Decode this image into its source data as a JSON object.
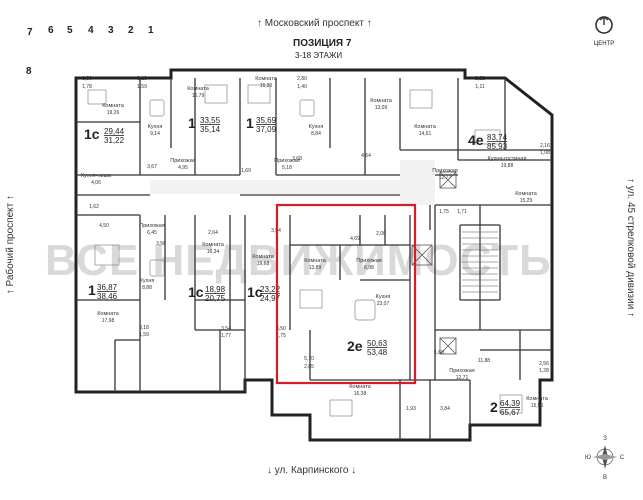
{
  "sections": [
    "7",
    "6",
    "5",
    "4",
    "3",
    "2",
    "1"
  ],
  "section_current": "8",
  "streets": {
    "top": "↑ Московский проспект ↑",
    "bottom": "↓ ул. Карпинского ↓",
    "left": "↑ Рабочий проспект ↑",
    "right": "↑ ул. 45 стрелковой дивизии ↑"
  },
  "title": "ПОЗИЦИЯ 7",
  "subtitle": "3-18 ЭТАЖИ",
  "compass_label": "ЦЕНТР",
  "rose": {
    "n": "З",
    "s": "В",
    "e": "С",
    "w": "Ю"
  },
  "watermark": "ВСЕ НЕДВИЖИМОСТЬ",
  "highlight_color": "#d21f27",
  "apartments": [
    {
      "id": "a1",
      "type": "1с",
      "area": "29,44",
      "total": "31,22"
    },
    {
      "id": "a2",
      "type": "1",
      "area": "33,55",
      "total": "35,14"
    },
    {
      "id": "a3",
      "type": "1",
      "area": "35,69",
      "total": "37,09"
    },
    {
      "id": "a4",
      "type": "4е",
      "area": "83,74",
      "total": "85,93"
    },
    {
      "id": "a5",
      "type": "1",
      "area": "36,87",
      "total": "38,46"
    },
    {
      "id": "a6",
      "type": "1с",
      "area": "18,98",
      "total": "20,75"
    },
    {
      "id": "a7",
      "type": "1с",
      "area": "23,22",
      "total": "24,97"
    },
    {
      "id": "a8",
      "type": "2е",
      "area": "50,63",
      "total": "53,48"
    },
    {
      "id": "a9",
      "type": "2",
      "area": "64,39",
      "total": "65,67"
    }
  ],
  "rooms": [
    {
      "id": "r1",
      "name": "Комната",
      "area": "19,26"
    },
    {
      "id": "r2",
      "name": "Кухня",
      "area": "9,14"
    },
    {
      "id": "r3",
      "name": "Прихожая",
      "area": "4,95"
    },
    {
      "id": "r4",
      "name": "Комната",
      "area": "15,79"
    },
    {
      "id": "r5",
      "name": "Комната",
      "area": "16,30"
    },
    {
      "id": "r6",
      "name": "Кухня",
      "area": "8,84"
    },
    {
      "id": "r7",
      "name": "Прихожая",
      "area": "5,18"
    },
    {
      "id": "r8",
      "name": "Комната",
      "area": "13,09"
    },
    {
      "id": "r9",
      "name": "Комната",
      "area": "14,61"
    },
    {
      "id": "r10",
      "name": "Прихожая",
      "area": "12,77"
    },
    {
      "id": "r11",
      "name": "Кухня-гостиная",
      "area": "19,88"
    },
    {
      "id": "r12",
      "name": "Комната",
      "area": "15,29"
    },
    {
      "id": "r13",
      "name": "Кухня-ниша",
      "area": "4,06"
    },
    {
      "id": "r14",
      "name": "Прихожая",
      "area": "6,45"
    },
    {
      "id": "r15",
      "name": "Кухня",
      "area": "8,88"
    },
    {
      "id": "r16",
      "name": "Комната",
      "area": "17,98"
    },
    {
      "id": "r17",
      "name": "Комната",
      "area": "16,34"
    },
    {
      "id": "r18",
      "name": "Комната",
      "area": "19,68"
    },
    {
      "id": "r19",
      "name": "Комната",
      "area": "13,89"
    },
    {
      "id": "r20",
      "name": "Прихожая",
      "area": "6,98"
    },
    {
      "id": "r21",
      "name": "Кухня",
      "area": "23,07"
    },
    {
      "id": "r22",
      "name": "Прихожая",
      "area": "12,71"
    },
    {
      "id": "r23",
      "name": "Комната",
      "area": "16,38"
    },
    {
      "id": "r24",
      "name": "Комната",
      "area": "15,96"
    }
  ],
  "small_labels": [
    {
      "id": "s1",
      "text": "3,56"
    },
    {
      "id": "s2",
      "text": "1,78"
    },
    {
      "id": "s3",
      "text": "3,18"
    },
    {
      "id": "s4",
      "text": "1,59"
    },
    {
      "id": "s5",
      "text": "2,80"
    },
    {
      "id": "s6",
      "text": "1,40"
    },
    {
      "id": "s7",
      "text": "2,22"
    },
    {
      "id": "s8",
      "text": "1,11"
    },
    {
      "id": "s9",
      "text": "3,67"
    },
    {
      "id": "s10",
      "text": "3,68"
    },
    {
      "id": "s11",
      "text": "4,64"
    },
    {
      "id": "s12",
      "text": "1,69"
    },
    {
      "id": "s13",
      "text": "2,16"
    },
    {
      "id": "s14",
      "text": "1,08"
    },
    {
      "id": "s15",
      "text": "1,62"
    },
    {
      "id": "s16",
      "text": "4,50"
    },
    {
      "id": "s17",
      "text": "1,75"
    },
    {
      "id": "s18",
      "text": "1,71"
    },
    {
      "id": "s19",
      "text": "2,64"
    },
    {
      "id": "s20",
      "text": "3,54"
    },
    {
      "id": "s21",
      "text": "4,69"
    },
    {
      "id": "s22",
      "text": "2,00"
    },
    {
      "id": "s23",
      "text": "3,56"
    },
    {
      "id": "s24",
      "text": "3,18"
    },
    {
      "id": "s25",
      "text": "1,59"
    },
    {
      "id": "s26",
      "text": "3,54"
    },
    {
      "id": "s27",
      "text": "1,77"
    },
    {
      "id": "s28",
      "text": "3,50"
    },
    {
      "id": "s29",
      "text": "1,75"
    },
    {
      "id": "s30",
      "text": "5,70"
    },
    {
      "id": "s31",
      "text": "2,85"
    },
    {
      "id": "s32",
      "text": "1,69"
    },
    {
      "id": "s33",
      "text": "11,88"
    },
    {
      "id": "s34",
      "text": "2,56"
    },
    {
      "id": "s35",
      "text": "1,28"
    },
    {
      "id": "s36",
      "text": "1,93"
    },
    {
      "id": "s37",
      "text": "3,84"
    }
  ]
}
